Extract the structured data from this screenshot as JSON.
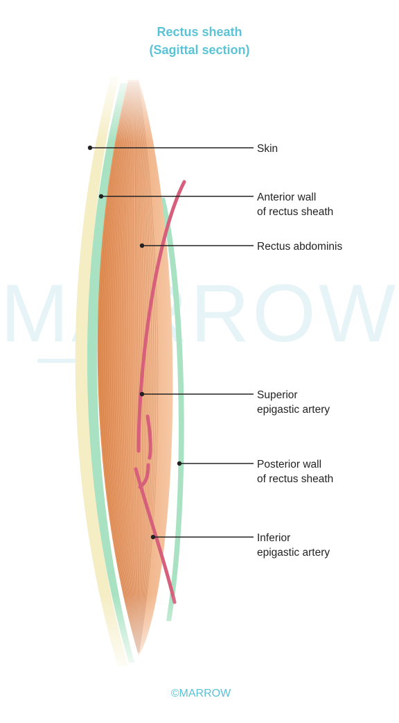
{
  "title": {
    "line1": "Rectus sheath",
    "line2": "(Sagittal section)"
  },
  "labels": {
    "skin": [
      "Skin"
    ],
    "anterior_wall": [
      "Anterior wall",
      "of rectus sheath"
    ],
    "rectus_abdominis": [
      "Rectus abdominis"
    ],
    "superior_epigastric_artery": [
      "Superior",
      "epigastic artery"
    ],
    "posterior_wall": [
      "Posterior wall",
      "of rectus sheath"
    ],
    "inferior_epigastric_artery": [
      "Inferior",
      "epigastic artery"
    ]
  },
  "watermark": "MARROW",
  "footer": "©MARROW",
  "colors": {
    "title": "#5bc3d6",
    "skin": "#f5edc4",
    "sheath": "#a8e2c2",
    "muscle": "#eaa070",
    "muscle_fiber": "#b7683f",
    "artery": "#d65f7c",
    "leader_line": "#222222",
    "watermark": "#e6f4f8",
    "footer": "#58c2d4"
  }
}
